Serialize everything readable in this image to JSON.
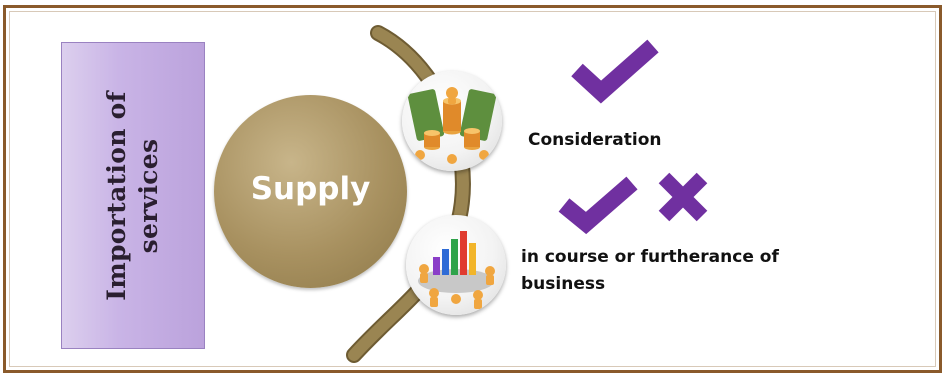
{
  "side_label": {
    "line1": "Importation of",
    "line2": "services"
  },
  "center": {
    "label": "Supply"
  },
  "conditions": [
    {
      "label": "Consideration",
      "marks": [
        "check"
      ]
    },
    {
      "label": "in course or furtherance of business",
      "marks": [
        "check",
        "cross"
      ]
    }
  ],
  "icons": {
    "consideration": "money-stacks-icon",
    "business": "meeting-chart-icon"
  },
  "colors": {
    "frame": "#8a5a2b",
    "supply_circle": "#a89160",
    "arc": "#8f7a4a",
    "mark": "#7030a0",
    "side_label_fill": "#c9b4e6"
  }
}
